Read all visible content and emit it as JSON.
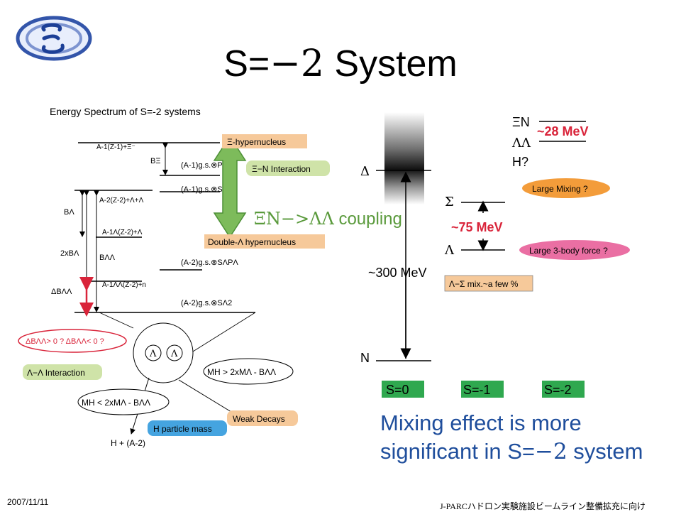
{
  "title": {
    "prefix": "S=",
    "symbol": "−2",
    "suffix": " System"
  },
  "logo": {
    "icon": "xi-logo-icon",
    "color": "#3355aa"
  },
  "left_figure": {
    "heading": "Energy Spectrum of S=-2 systems",
    "xi_hypernucleus": "Ξ-hypernucleus",
    "xi_n_interaction": "Ξ−N Interaction",
    "double_lambda_hypernucleus": "Double-Λ hypernucleus",
    "levels": {
      "top": "A-1(Z-1)+Ξ⁻",
      "xi_ps": "(A-1)g.s.⊗PΞ",
      "xi_ss": "(A-1)g.s.⊗SΞ",
      "z2_ll": "A-2(Z-2)+Λ+Λ",
      "l_z2": "A-1Λ(Z-2)+Λ",
      "a2_slpl": "(A-2)g.s.⊗SΛPΛ",
      "ll_z2n": "A-1ΛΛ(Z-2)+n",
      "a2_sl2": "(A-2)g.s.⊗SΛ2"
    },
    "energies": {
      "b_xi": "BΞ",
      "b_lambda": "BΛ",
      "two_b_lambda": "2xBΛ",
      "b_ll": "BΛΛ",
      "delta_b_ll": "ΔBΛΛ"
    },
    "question": "ΔBΛΛ> 0 ? ΔBΛΛ< 0 ?",
    "lambda_lambda_interaction": "Λ−Λ Interaction",
    "lambda_glyph": "Λ",
    "mh_greater": "MH > 2xMΛ - BΛΛ",
    "mh_less": "MH < 2xMΛ - BΛΛ",
    "weak_decays": "Weak Decays",
    "h_particle_mass": "H particle mass",
    "h_a2": "H + (A-2)"
  },
  "coupling_label": {
    "greek": "ΞN−>ΛΛ",
    "text": " coupling"
  },
  "right_figure": {
    "delta": "Δ",
    "n": "N",
    "sigma": "Σ",
    "lambda": "Λ",
    "xi_n": "ΞN",
    "lambda_lambda": "ΛΛ",
    "h": "H?",
    "mev_28": "~28 MeV",
    "mev_75": "~75 MeV",
    "mev_300": "~300 MeV",
    "large_mixing": "Large Mixing ?",
    "large_3body": "Large 3-body force ?",
    "mix_box": "Λ−Σ mix.~a few %",
    "s0": "S=0",
    "s1": "S=-1",
    "s2": "S=-2"
  },
  "mixing_note": {
    "line1": "Mixing effect is more",
    "line2_prefix": "significant in S=",
    "line2_symbol": "−2",
    "line2_suffix": " system"
  },
  "footer": {
    "date": "2007/11/11",
    "right": "J-PARCハドロン実験施設ビームライン整備拡充に向け"
  },
  "colors": {
    "accent_red": "#d9243a",
    "box_green": "#2fa84f",
    "label_green": "#cfe3a8",
    "label_orange": "#f6c99a",
    "ellipse_orange": "#f39c3a",
    "ellipse_pink": "#ea6fa3",
    "blue_box": "#45a4e0",
    "mixing_text": "#1f4e9c"
  }
}
